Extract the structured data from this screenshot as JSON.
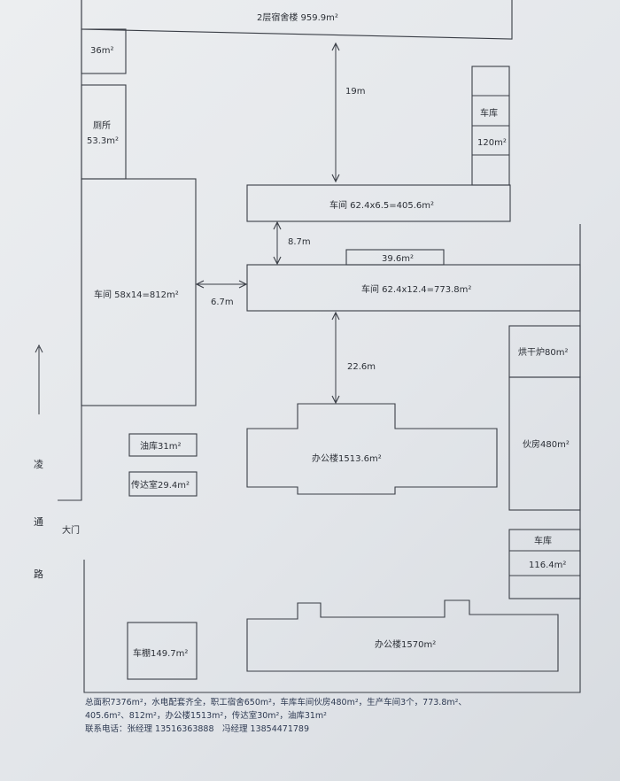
{
  "labels": {
    "dormitory": "2层宿舍楼 959.9m²",
    "room_36": "36m²",
    "toilet": "厕所",
    "toilet_area": "53.3m²",
    "garage_top": "车库",
    "garage_top_area": "120m²",
    "workshop_a": "车间 62.4x6.5=405.6m²",
    "workshop_b": "车间 62.4x12.4=773.8m²",
    "annex": "39.6m²",
    "workshop_c": "车间 58x14=812m²",
    "dryer": "烘干炉80m²",
    "kitchen": "伙房480m²",
    "garage_right": "车库",
    "garage_right_area": "116.4m²",
    "oil_store": "油库31m²",
    "guard_room": "传达室29.4m²",
    "office_1": "办公楼1513.6m²",
    "office_2": "办公楼1570m²",
    "carport": "车棚149.7m²",
    "gate": "大门",
    "road_1": "凌",
    "road_2": "通",
    "road_3": "路"
  },
  "dimensions": {
    "d19": "19m",
    "d8_7": "8.7m",
    "d6_7": "6.7m",
    "d22_6": "22.6m"
  },
  "footer": {
    "line1": "总面积7376m²，水电配套齐全，职工宿舍650m²，车库车间伙房480m²，生产车间3个，773.8m²、",
    "line2": "405.6m²、812m²，办公楼1513m²，传达室30m²，油库31m²",
    "line3": "联系电话：张经理 13516363888　冯经理 13854471789"
  }
}
